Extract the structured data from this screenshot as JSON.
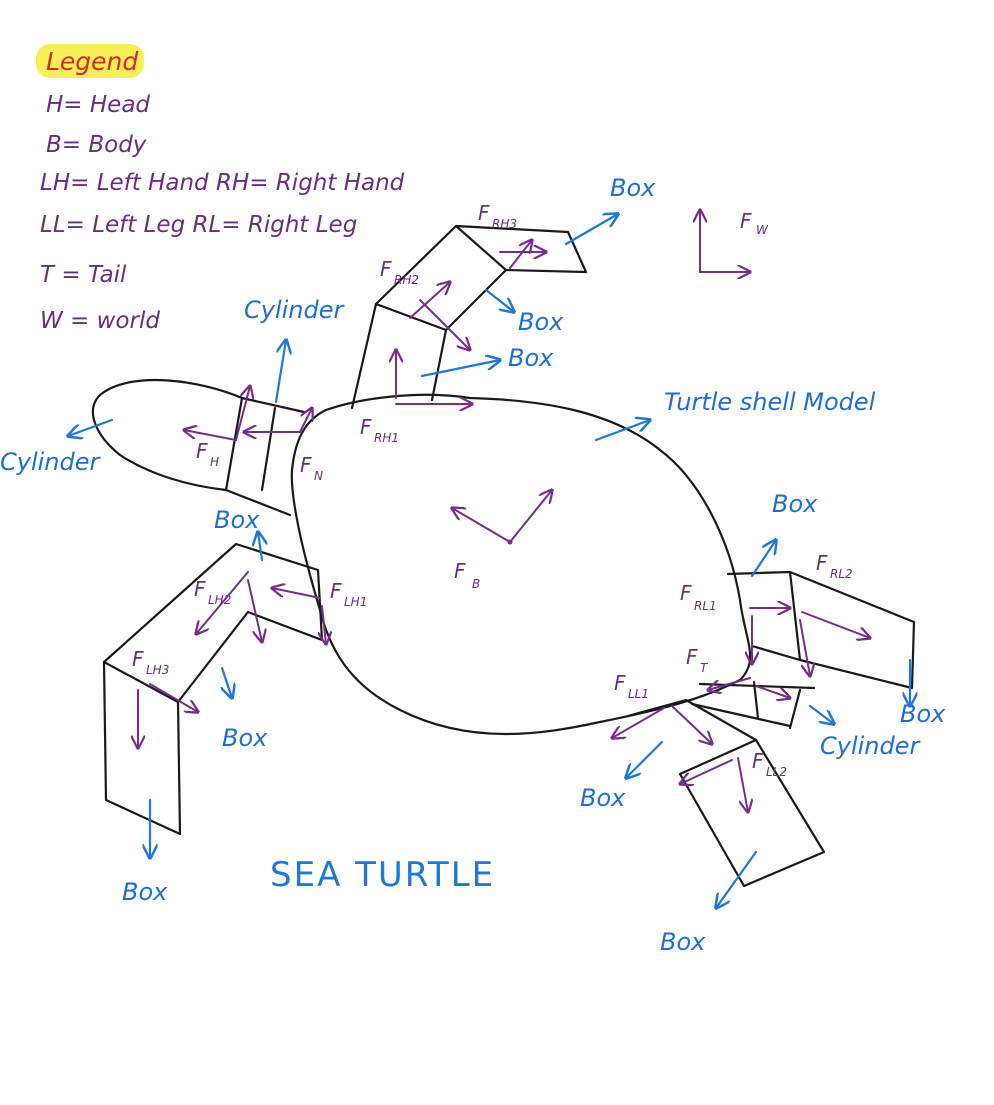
{
  "legend": {
    "title": "Legend",
    "title_highlight": "#f7ef55",
    "title_color": "#d32b2b",
    "head": "H= Head",
    "body": "B= Body",
    "hands": "LH= Left Hand   RH= Right Hand",
    "legs": "LL= Left Leg   RL= Right Leg",
    "tail": "T = Tail",
    "world": "W = world"
  },
  "title": "SEA TURTLE",
  "shell_label": "Turtle shell Model",
  "world_frame": {
    "letter": "F",
    "subscript": "W"
  },
  "frames": {
    "body": {
      "letter": "F",
      "subscript": "B"
    },
    "head": {
      "letter": "F",
      "subscript": "H"
    },
    "neck": {
      "letter": "F",
      "subscript": "N"
    },
    "rh1": {
      "letter": "F",
      "subscript": "RH1"
    },
    "rh2": {
      "letter": "F",
      "subscript": "RH2"
    },
    "rh3": {
      "letter": "F",
      "subscript": "RH3"
    },
    "lh1": {
      "letter": "F",
      "subscript": "LH1"
    },
    "lh2": {
      "letter": "F",
      "subscript": "LH2"
    },
    "lh3": {
      "letter": "F",
      "subscript": "LH3"
    },
    "rl1": {
      "letter": "F",
      "subscript": "RL1"
    },
    "rl2": {
      "letter": "F",
      "subscript": "RL2"
    },
    "ll1": {
      "letter": "F",
      "subscript": "LL1"
    },
    "ll2": {
      "letter": "F",
      "subscript": "LL2"
    },
    "tail": {
      "letter": "F",
      "subscript": "T"
    }
  },
  "shape_labels": {
    "cylinder_neck": "Cylinder",
    "cylinder_head": "Cylinder",
    "box_rh3": "Box",
    "box_rh2": "Box",
    "box_rh1": "Box",
    "box_lh2": "Box",
    "box_lh3": "Box",
    "box_lh3_end": "Box",
    "box_rl1": "Box",
    "box_rl2": "Box",
    "cylinder_tail": "Cylinder",
    "box_ll1": "Box",
    "box_ll2": "Box"
  },
  "colors": {
    "ink": "#1a1a1a",
    "frames": "#7b2a8f",
    "annotations": "#1f78d8",
    "legend_text": "#6b2b86"
  }
}
